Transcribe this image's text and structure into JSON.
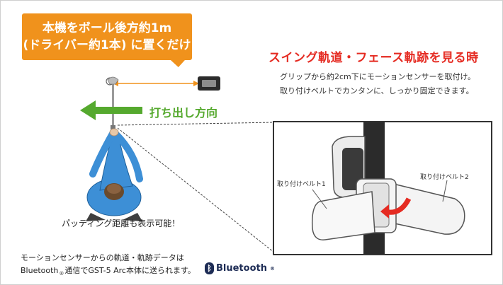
{
  "callout": {
    "line1": "本機をボール後方約1m",
    "line2": "(ドライバー約1本) に置くだけ"
  },
  "swing": {
    "title": "スイング軌道・フェース軌跡を見る時",
    "desc_line1": "グリップから約2cm下にモーションセンサーを取付け。",
    "desc_line2": "取り付けベルトでカンタンに、しっかり固定できます。"
  },
  "direction_label": "打ち出し方向",
  "putting_note": "パッティング距離も表示可能！",
  "footer": {
    "line1": "モーションセンサーからの軌道・軌跡データは",
    "line2_pre": "Bluetooth",
    "line2_reg": "®",
    "line2_post": "通信でGST-5 Arc本体に送られます。"
  },
  "bluetooth_logo": {
    "rune": "ᛒ",
    "text": "Bluetooth",
    "tm": "®"
  },
  "detail": {
    "belt1_label": "取り付けベルト1",
    "belt2_label": "取り付けベルト2"
  },
  "colors": {
    "callout": "#f0921c",
    "swing_title": "#e52b22",
    "direction_arrow": "#55a92e",
    "golfer_shirt": "#3d8fd6",
    "bluetooth": "#1d2c55"
  },
  "icons": {
    "direction": "left-arrow-icon",
    "rotation": "curved-arrow-icon",
    "bluetooth": "bluetooth-icon"
  }
}
